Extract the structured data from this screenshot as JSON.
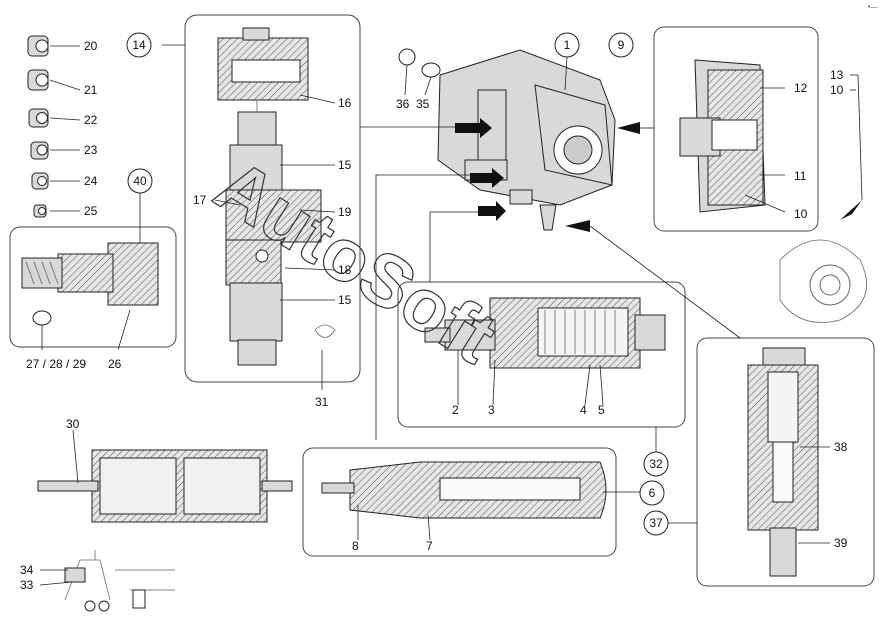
{
  "watermark": "AutoSoft",
  "corner_mark": "•—",
  "labels": {
    "l1": "1",
    "l2": "2",
    "l3": "3",
    "l4": "4",
    "l5": "5",
    "l6": "6",
    "l7": "7",
    "l8": "8",
    "l9": "9",
    "l10a": "10",
    "l10b": "10",
    "l11": "11",
    "l12": "12",
    "l13": "13",
    "l14": "14",
    "l15a": "15",
    "l15b": "15",
    "l16": "16",
    "l17": "17",
    "l18": "18",
    "l19": "19",
    "l20": "20",
    "l21": "21",
    "l22": "22",
    "l23": "23",
    "l24": "24",
    "l25": "25",
    "l26": "26",
    "l272829": "27 / 28 / 29",
    "l30": "30",
    "l31": "31",
    "l32": "32",
    "l33": "33",
    "l34": "34",
    "l35": "35",
    "l36": "36",
    "l37": "37",
    "l38": "38",
    "l39": "39",
    "l40": "40"
  }
}
